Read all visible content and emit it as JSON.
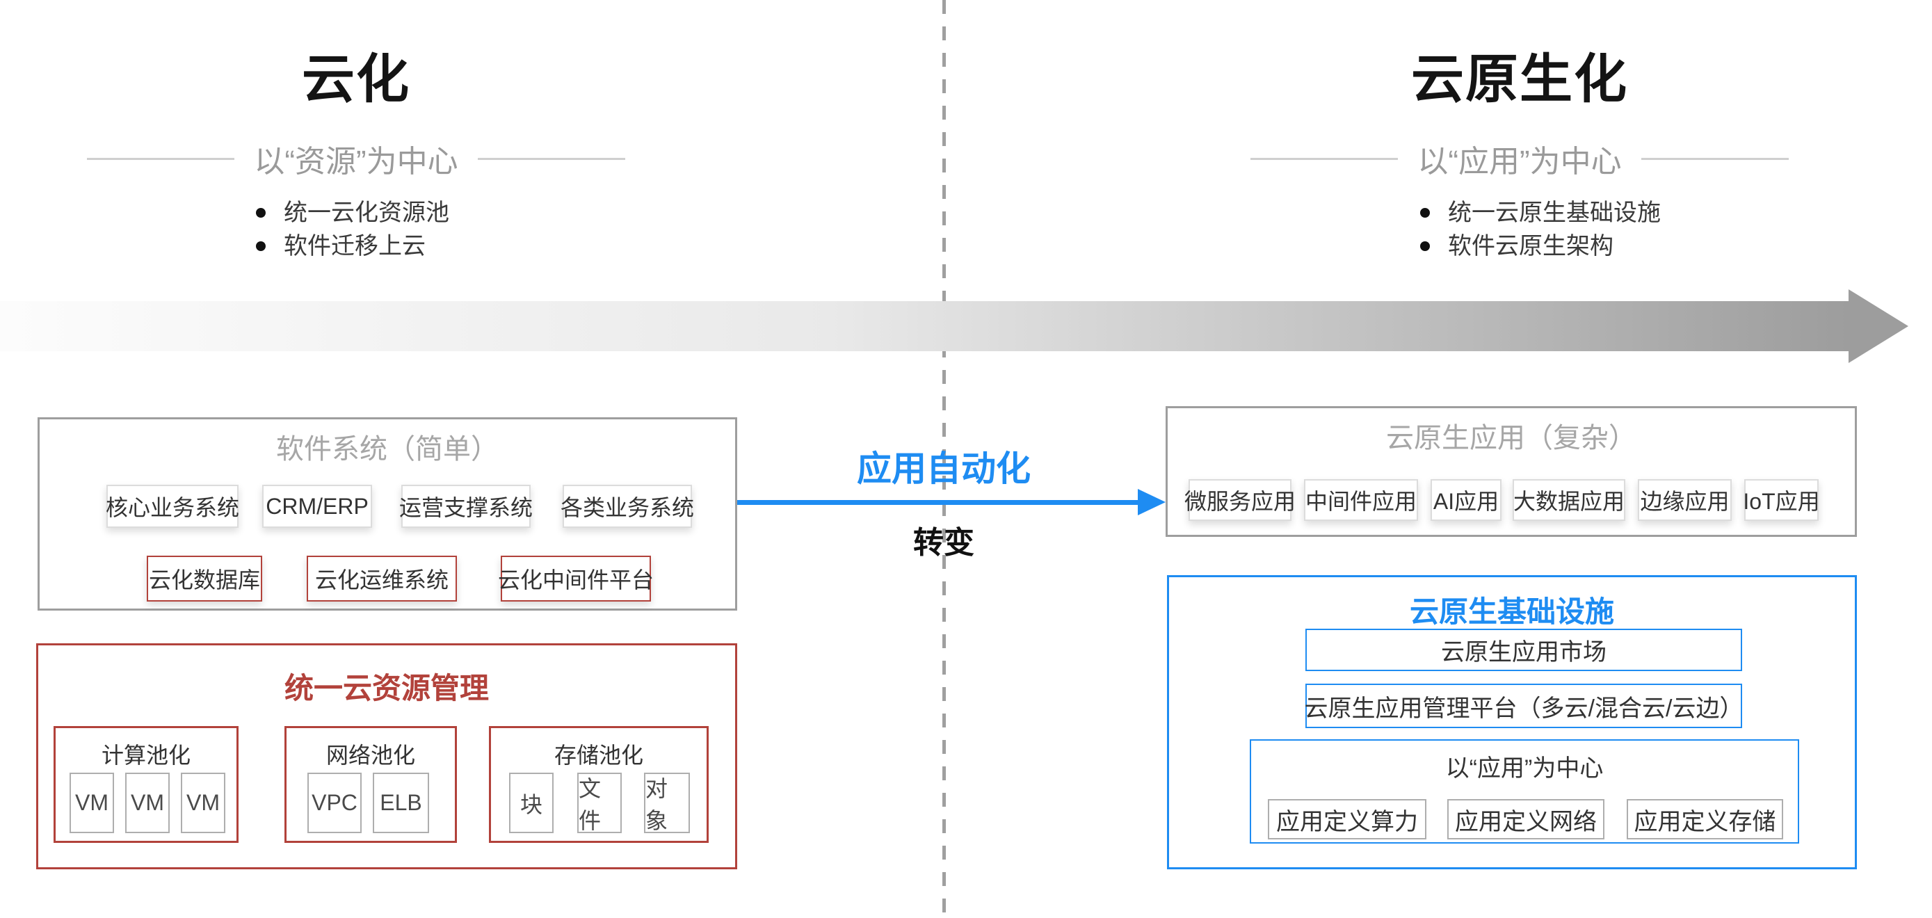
{
  "left": {
    "title": "云化",
    "subtitle": "以“资源”为中心",
    "bullets": [
      "统一云化资源池",
      "软件迁移上云"
    ],
    "software_box": {
      "title": "软件系统（简单）",
      "row1": [
        "核心业务系统",
        "CRM/ERP",
        "运营支撑系统",
        "各类业务系统"
      ],
      "row2": [
        "云化数据库",
        "云化运维系统",
        "云化中间件平台"
      ]
    },
    "resource_box": {
      "title": "统一云资源管理",
      "pools": [
        {
          "title": "计算池化",
          "items": [
            "VM",
            "VM",
            "VM"
          ]
        },
        {
          "title": "网络池化",
          "items": [
            "VPC",
            "ELB"
          ]
        },
        {
          "title": "存储池化",
          "items": [
            "块",
            "文件",
            "对象"
          ]
        }
      ]
    }
  },
  "center": {
    "arrow_label": "应用自动化",
    "arrow_sublabel": "转变"
  },
  "right": {
    "title": "云原生化",
    "subtitle": "以“应用”为中心",
    "bullets": [
      "统一云原生基础设施",
      "软件云原生架构"
    ],
    "apps_box": {
      "title": "云原生应用（复杂）",
      "items": [
        "微服务应用",
        "中间件应用",
        "AI应用",
        "大数据应用",
        "边缘应用",
        "IoT应用"
      ]
    },
    "infra_box": {
      "title": "云原生基础设施",
      "bars": [
        "云原生应用市场",
        "云原生应用管理平台（多云/混合云/云边）"
      ],
      "app_center_box": {
        "title": "以“应用”为中心",
        "items": [
          "应用定义算力",
          "应用定义网络",
          "应用定义存储"
        ]
      }
    }
  },
  "colors": {
    "red_accent": "#b2423b",
    "blue_accent": "#1e8cf2",
    "gray_border": "#9e9e9e"
  }
}
